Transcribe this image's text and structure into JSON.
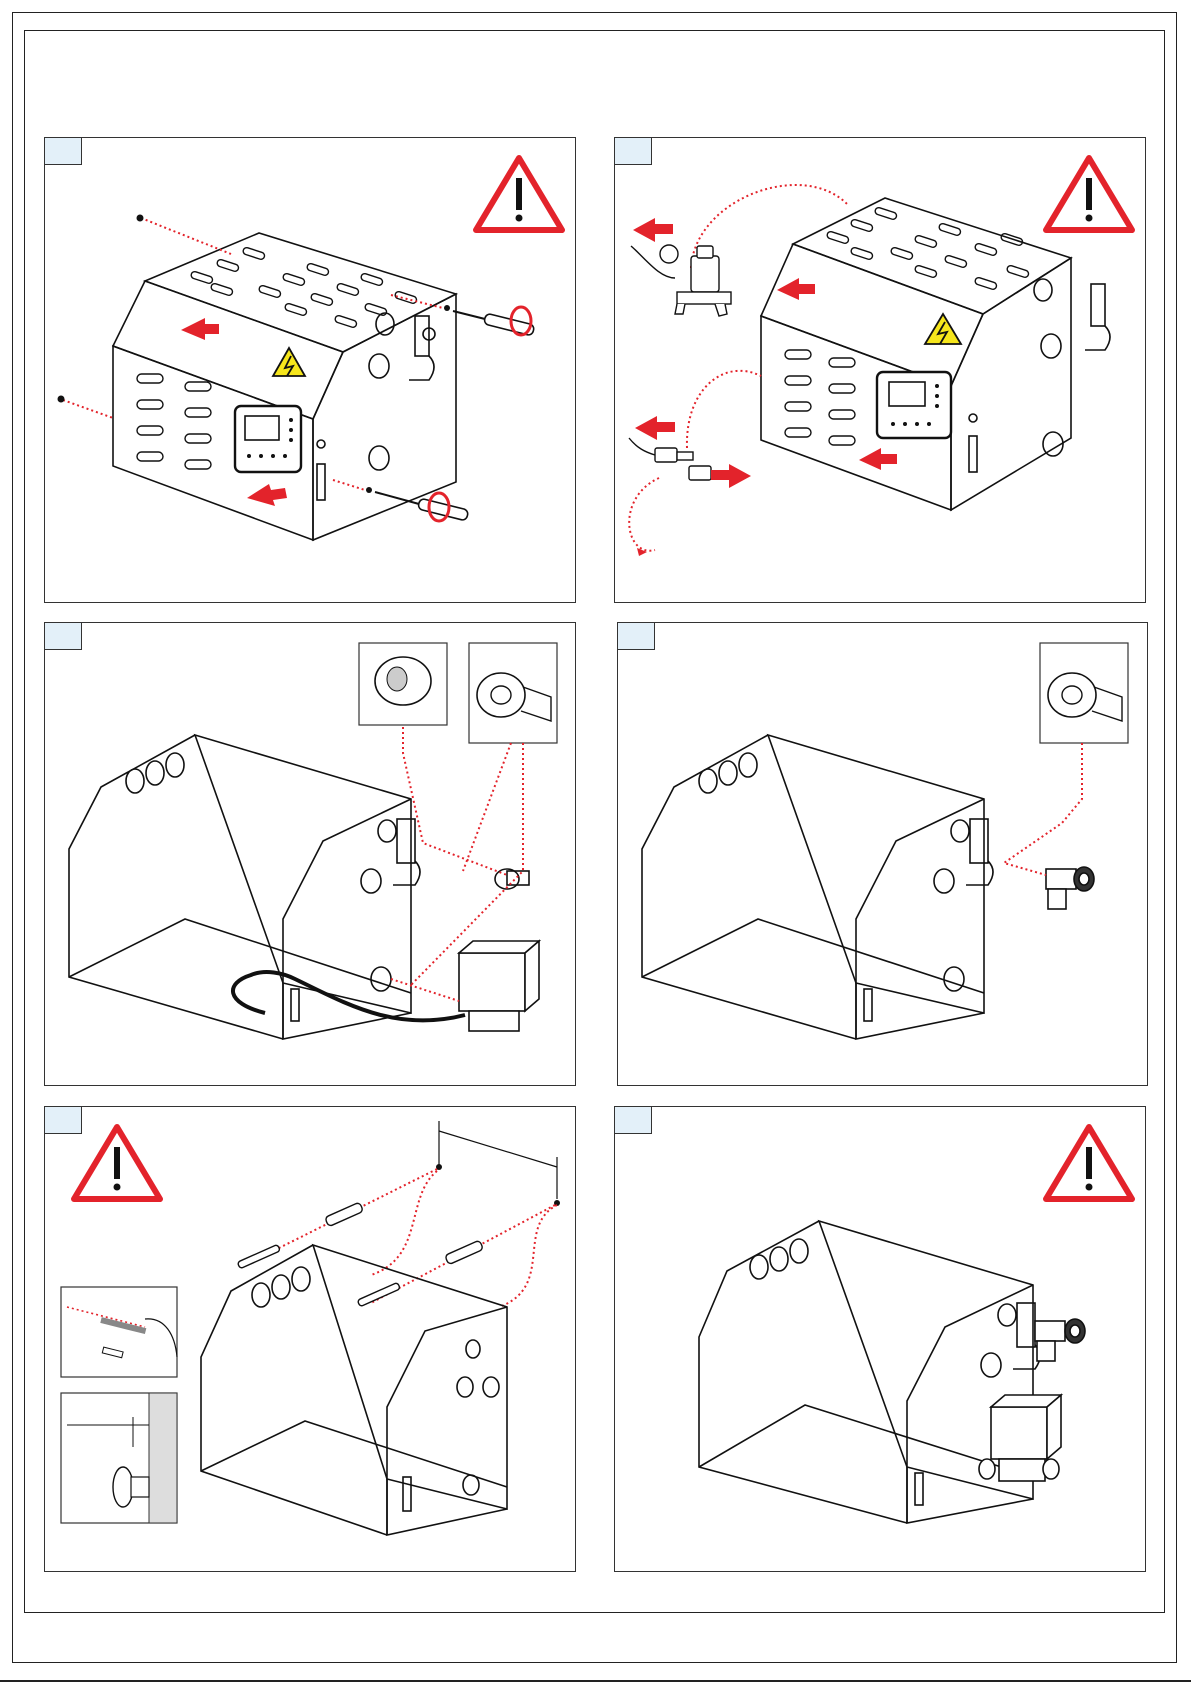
{
  "document": {
    "type": "installation instruction sheet",
    "panels": [
      {
        "id": "step-1",
        "tab_label": "",
        "scene": "remove-cover-screws"
      },
      {
        "id": "step-2",
        "tab_label": "",
        "scene": "disconnect-cover-wiring"
      },
      {
        "id": "step-3",
        "tab_label": "",
        "scene": "connect-filter-and-valve"
      },
      {
        "id": "step-4",
        "tab_label": "",
        "scene": "connect-safety-valve"
      },
      {
        "id": "step-5",
        "tab_label": "",
        "scene": "wall-mounting"
      },
      {
        "id": "step-6",
        "tab_label": "",
        "scene": "assembled-unit"
      }
    ],
    "icons": {
      "warning": "warning-triangle-icon",
      "electric": "high-voltage-icon",
      "screwdriver": "screwdriver-icon",
      "rotate": "rotate-arrow-icon",
      "pull": "pull-arrow-icon"
    },
    "colors": {
      "accent": "#e3232b",
      "warning_fill": "#ffffff",
      "electric_fill": "#f6e61c",
      "tab_fill": "#e3f0f9",
      "line": "#1a1a1a"
    }
  }
}
